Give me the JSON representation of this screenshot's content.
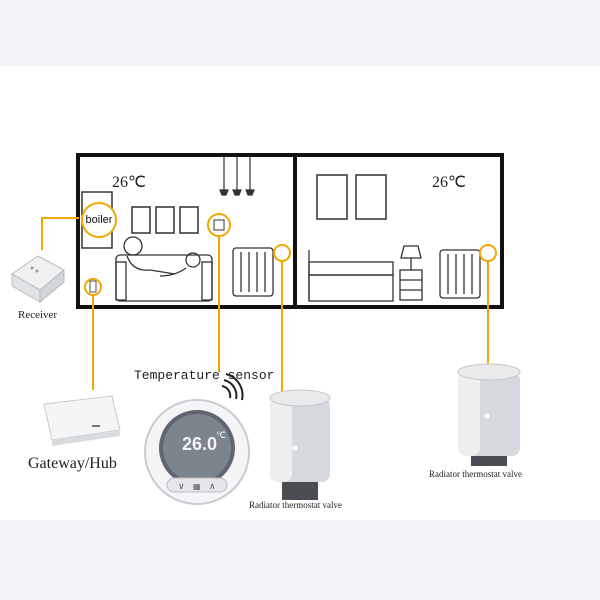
{
  "rooms": {
    "left_temp": "26℃",
    "right_temp": "26℃",
    "boiler_label": "boiler"
  },
  "devices": {
    "receiver": "Receiver",
    "temperature_sensor": "Temperature sensor",
    "gateway": "Gateway/Hub",
    "valve_left": "Radiator thermostat valve",
    "valve_right": "Radiator thermostat valve"
  },
  "thermostat_display": {
    "temperature": "26.0",
    "unit": "℃"
  },
  "colors": {
    "accent": "#f0a800",
    "wall": "#111111"
  }
}
